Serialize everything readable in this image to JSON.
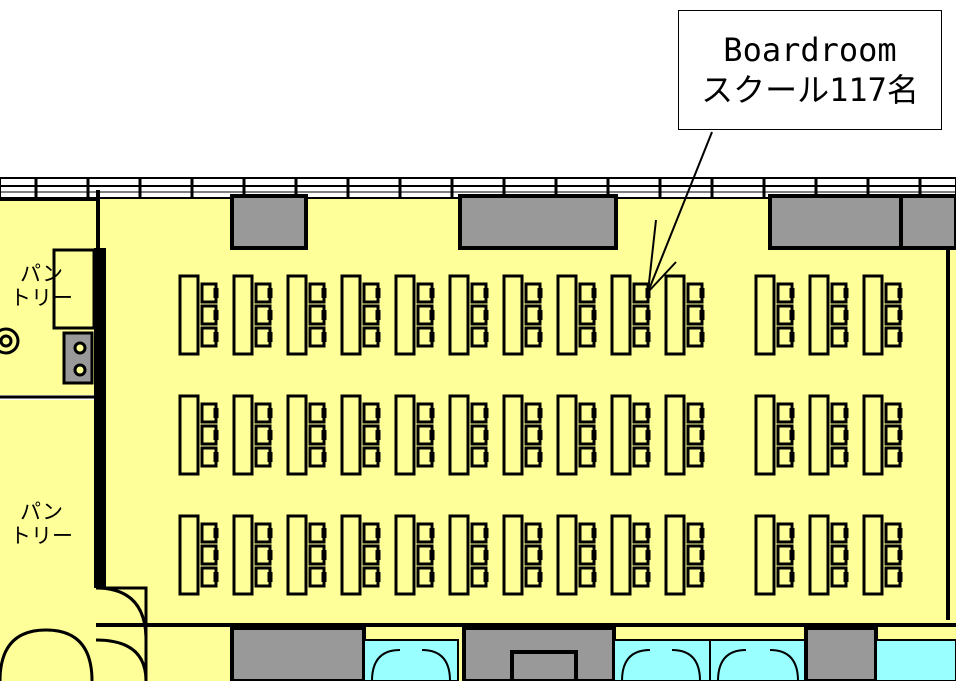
{
  "callout": {
    "room_name": "Boardroom",
    "layout_capacity": "スクール117名"
  },
  "pantry_upper": {
    "line1": "パン",
    "line2": "トリー"
  },
  "pantry_lower": {
    "line1": "パン",
    "line2": "トリー"
  },
  "colors": {
    "floor": "#ffff99",
    "wall": "#000000",
    "pillar": "#999999",
    "window_glass": "#99ffff",
    "desk_fill": "#ffff99",
    "outline": "#000000"
  },
  "seating": {
    "layout": "school",
    "table_rows": 3,
    "table_columns_left_block": 10,
    "table_columns_right_block": 3,
    "chairs_per_table": 3
  }
}
